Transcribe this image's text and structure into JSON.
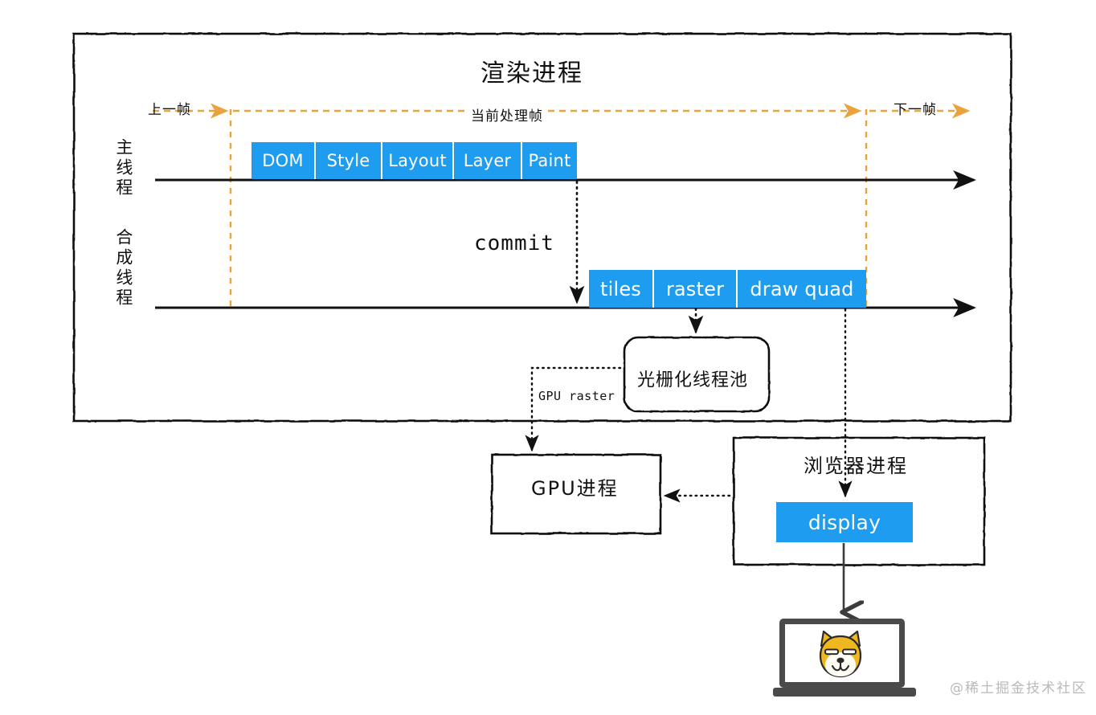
{
  "diagram": {
    "type": "flow-timeline",
    "title": "渲染进程",
    "watermark": "@稀土掘金技术社区",
    "colors": {
      "chip_blue": "#1E9CF0",
      "frame_orange": "#E8A33D",
      "stroke_black": "#111111",
      "laptop_gray": "#4A4A4A",
      "doge_gold": "#EFB820",
      "watermark_gray": "#B9B9B9"
    },
    "frame_markers": [
      {
        "id": "prev-frame",
        "label": "上一帧"
      },
      {
        "id": "current-frame",
        "label": "当前处理帧"
      },
      {
        "id": "next-frame",
        "label": "下一帧"
      }
    ],
    "lanes": [
      {
        "id": "main-thread",
        "label": "主线程"
      },
      {
        "id": "compositor-thread",
        "label": "合成线程"
      }
    ],
    "main_thread_stages": [
      {
        "label": "DOM"
      },
      {
        "label": "Style"
      },
      {
        "label": "Layout"
      },
      {
        "label": "Layer"
      },
      {
        "label": "Paint"
      }
    ],
    "compositor_stages": [
      {
        "label": "tiles"
      },
      {
        "label": "raster"
      },
      {
        "label": "draw quad"
      }
    ],
    "edge_labels": [
      {
        "id": "commit-edge",
        "label": "commit"
      },
      {
        "id": "gpu-raster-edge",
        "label": "GPU raster"
      }
    ],
    "nodes": [
      {
        "id": "raster-thread-pool",
        "label": "光栅化线程池"
      },
      {
        "id": "gpu-process",
        "label": "GPU进程"
      },
      {
        "id": "browser-process",
        "label": "浏览器进程"
      },
      {
        "id": "display-chip",
        "label": "display"
      }
    ]
  }
}
